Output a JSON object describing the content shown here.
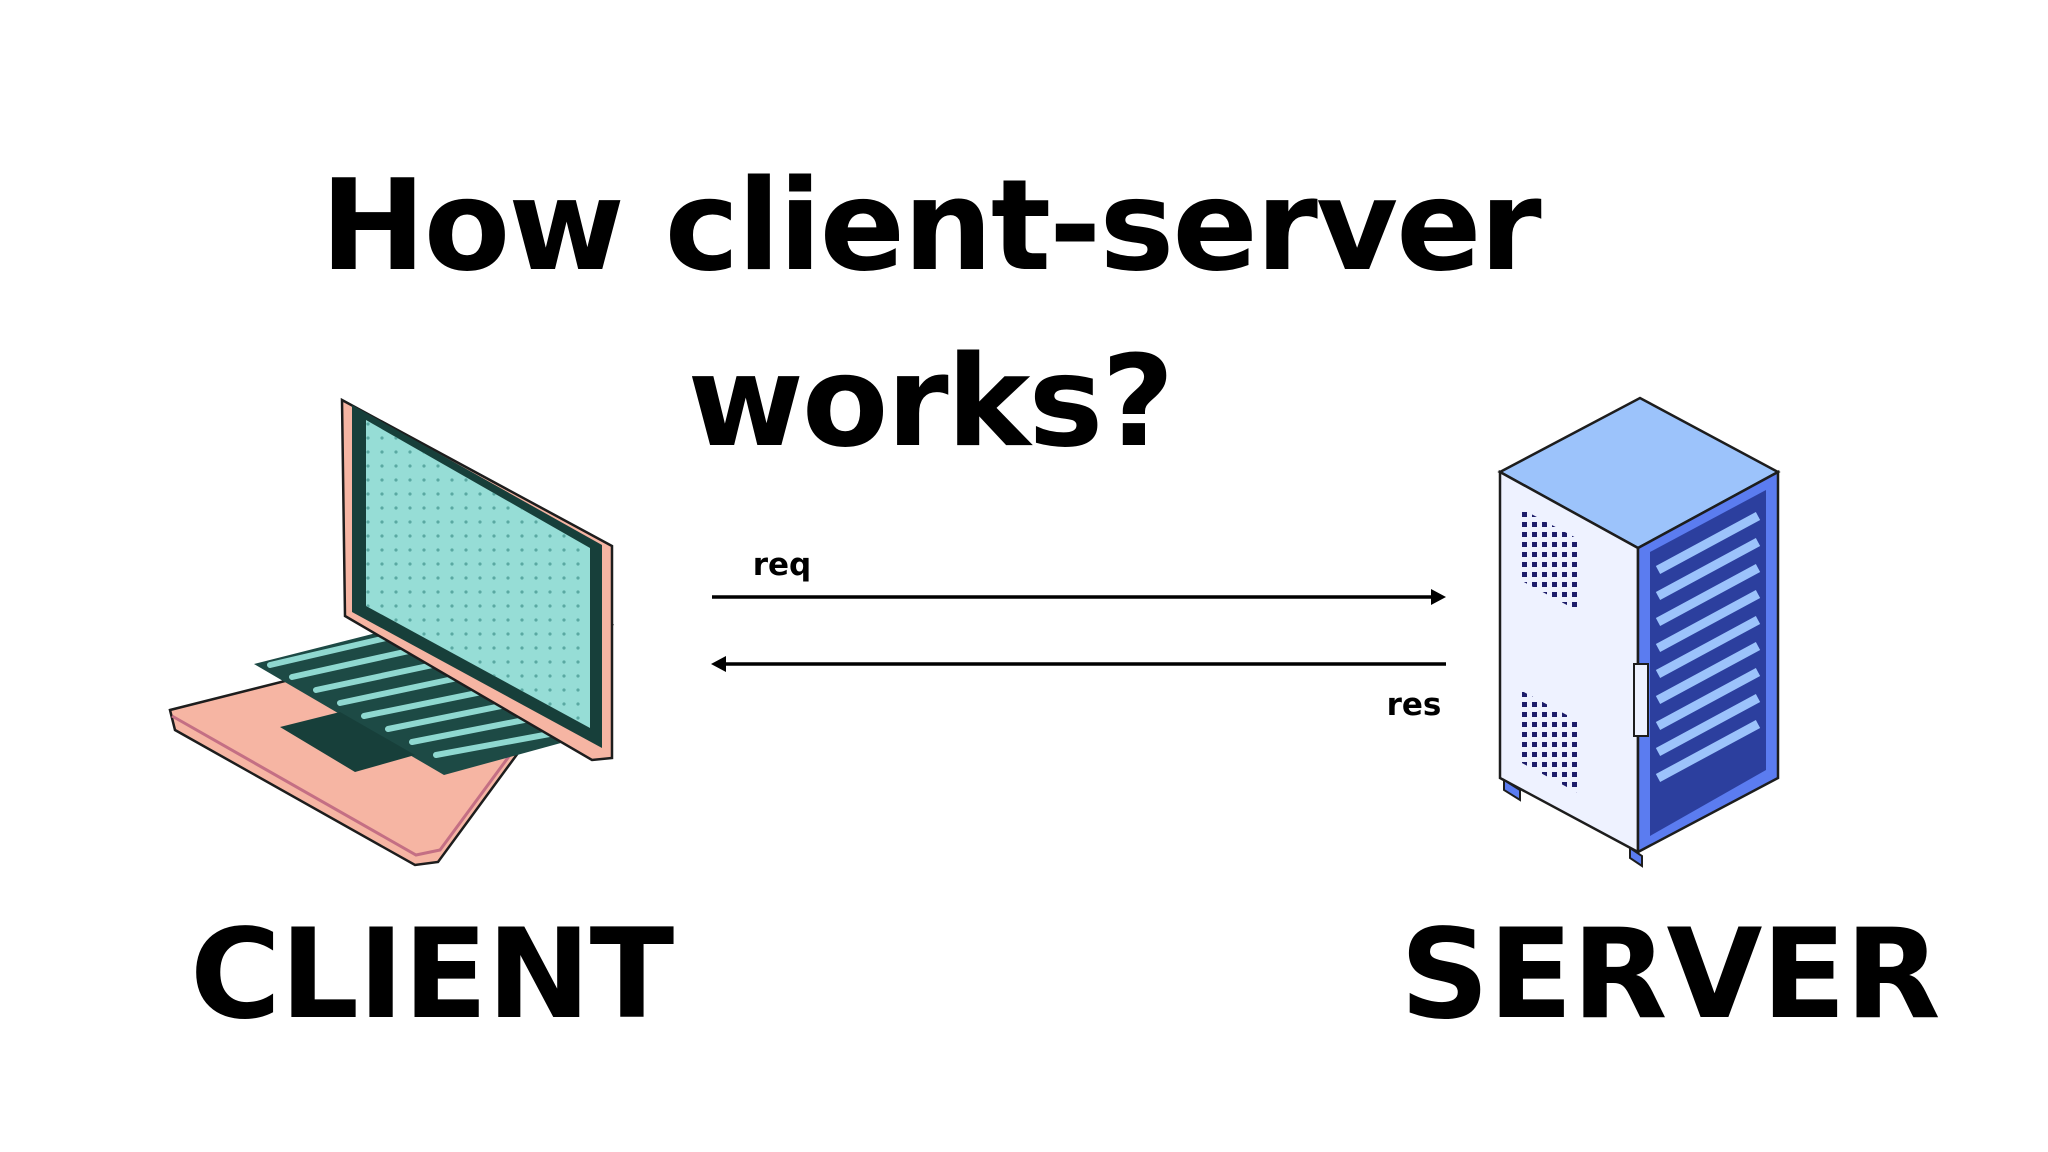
{
  "title": {
    "line1": "How client-server",
    "line2": "works?"
  },
  "labels": {
    "client": "CLIENT",
    "server": "SERVER"
  },
  "arrows": {
    "request_label": "req",
    "response_label": "res"
  },
  "colors": {
    "laptop_body": "#f6b5a3",
    "laptop_screen": "#96ddd6",
    "laptop_dark": "#173f3a",
    "server_light": "#eef2ff",
    "server_blue": "#5b7cf0",
    "server_dark": "#2c3f9e",
    "server_top": "#9cc3fb"
  }
}
